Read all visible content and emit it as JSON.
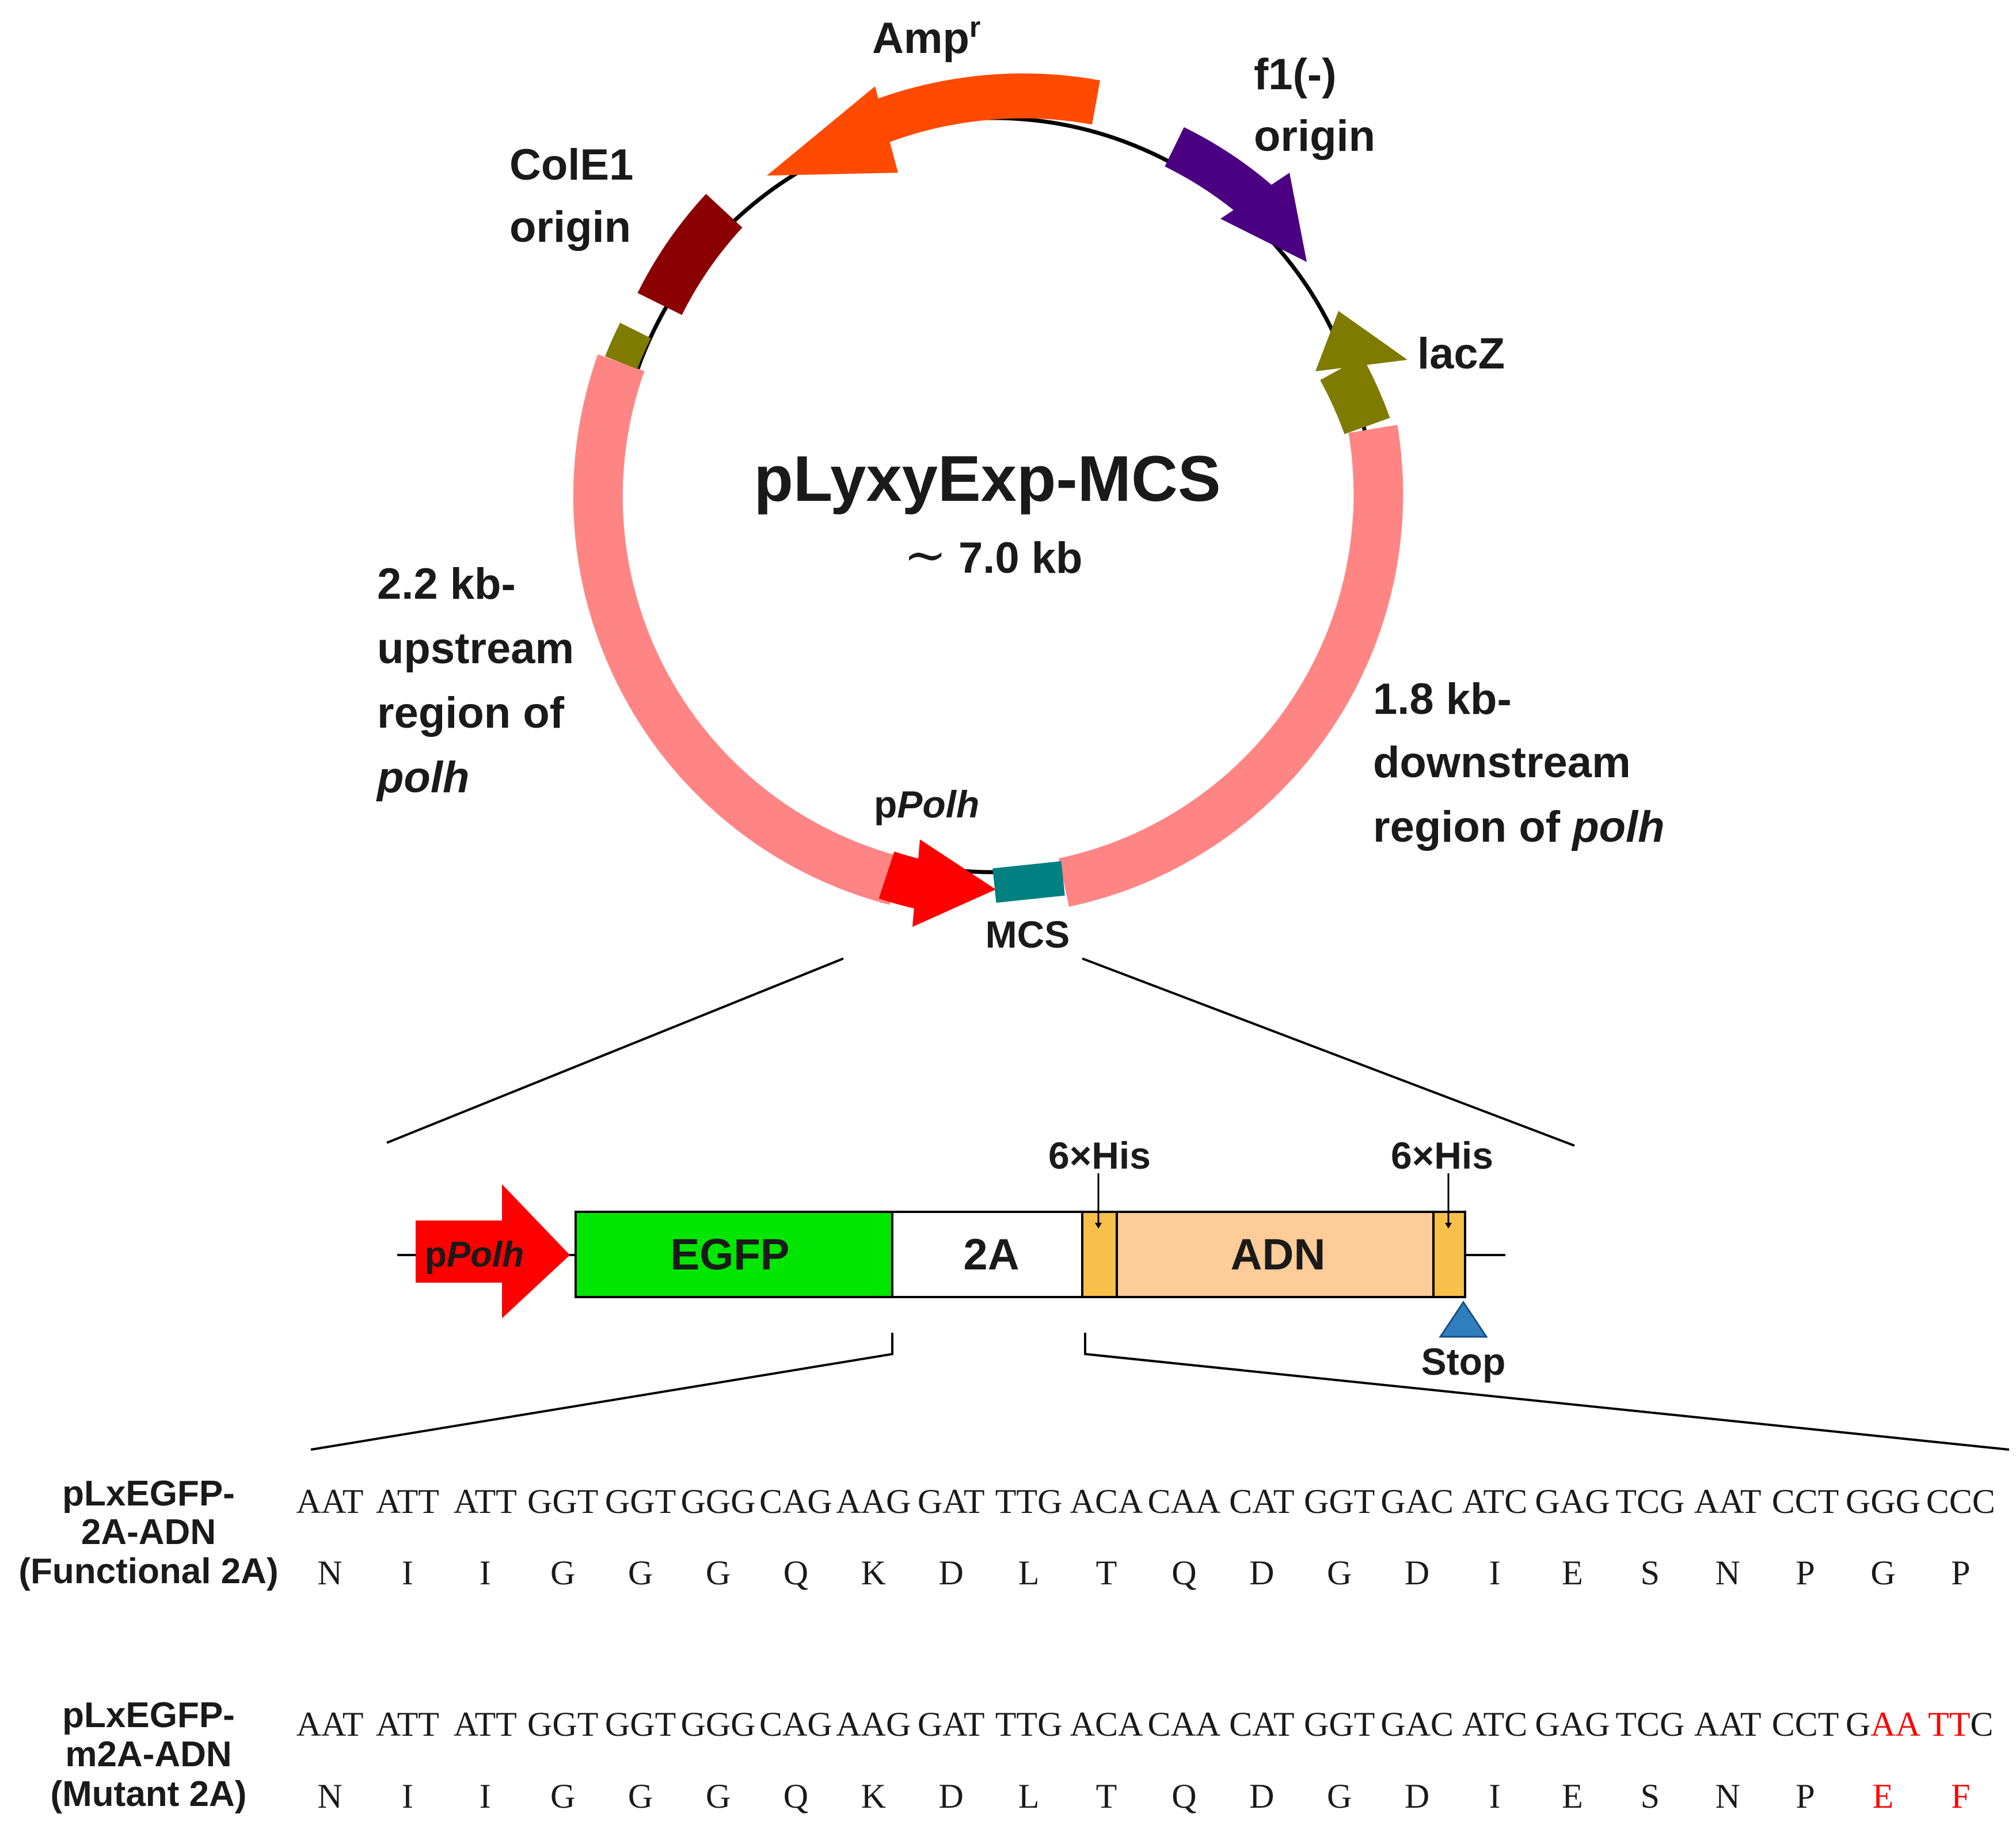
{
  "plasmid": {
    "name": "pLyxyExp-MCS",
    "size": "~ 7.0 kb",
    "size_symbol": "~",
    "size_value": "7.0 kb"
  },
  "features": {
    "ampr": {
      "base": "Amp",
      "sup": "r"
    },
    "f1_origin": {
      "line1": "f1(-)",
      "line2": "origin"
    },
    "cole1": {
      "line1": "ColE1",
      "line2": "origin"
    },
    "lacz": "lacZ",
    "upstream": {
      "line1": "2.2 kb-",
      "line2": "upstream",
      "line3": "region of",
      "line4": "polh"
    },
    "downstream": {
      "line1": "1.8 kb-",
      "line2": "downstream",
      "line3": "region of ",
      "line3_italic": "polh"
    },
    "ppolh": {
      "prefix": "p",
      "italic": "Polh"
    },
    "mcs": "MCS"
  },
  "cassette": {
    "promoter_prefix": "p",
    "promoter_italic": "Polh",
    "egfp": "EGFP",
    "t2a": "2A",
    "adn": "ADN",
    "his_left": "6×His",
    "his_right": "6×His",
    "stop": "Stop"
  },
  "constructs": [
    {
      "name_lines": [
        "pLxEGFP-",
        "2A-ADN",
        "(Functional 2A)"
      ],
      "codons": [
        "AAT",
        "ATT",
        "ATT",
        "GGT",
        "GGT",
        "GGG",
        "CAG",
        "AAG",
        "GAT",
        "TTG",
        "ACA",
        "CAA",
        "CAT",
        "GGT",
        "GAC",
        "ATC",
        "GAG",
        "TCG",
        "AAT",
        "CCT",
        "GGG",
        "CCC"
      ],
      "amino_acids": [
        "N",
        "I",
        "I",
        "G",
        "G",
        "G",
        "Q",
        "K",
        "D",
        "L",
        "T",
        "Q",
        "D",
        "G",
        "D",
        "I",
        "E",
        "S",
        "N",
        "P",
        "G",
        "P"
      ]
    },
    {
      "name_lines": [
        "pLxEGFP-",
        "m2A-ADN",
        "(Mutant 2A)"
      ],
      "codons": [
        "AAT",
        "ATT",
        "ATT",
        "GGT",
        "GGT",
        "GGG",
        "CAG",
        "AAG",
        "GAT",
        "TTG",
        "ACA",
        "CAA",
        "CAT",
        "GGT",
        "GAC",
        "ATC",
        "GAG",
        "TCG",
        "AAT",
        "CCT",
        "GAA",
        "TTC"
      ],
      "amino_acids": [
        "N",
        "I",
        "I",
        "G",
        "G",
        "G",
        "Q",
        "K",
        "D",
        "L",
        "T",
        "Q",
        "D",
        "G",
        "D",
        "I",
        "E",
        "S",
        "N",
        "P",
        "E",
        "F"
      ],
      "mutated_codon_chars": {
        "20": [
          1,
          2
        ],
        "21": [
          0,
          1
        ]
      },
      "mutated_amino_acids": [
        20,
        21
      ]
    }
  ],
  "colors": {
    "ampr": "#ff4a00",
    "f1_origin": "#4b0082",
    "cole1": "#8b0000",
    "lacz": "#7f7a00",
    "polh_region": "#ff8585",
    "ppolh": "#ff0000",
    "mcs": "#008080",
    "egfp": "#00e600",
    "his_tag": "#f7c04a",
    "adn": "#fdcc98",
    "stop": "#2f7fbf",
    "mutation": "#ff0000"
  }
}
